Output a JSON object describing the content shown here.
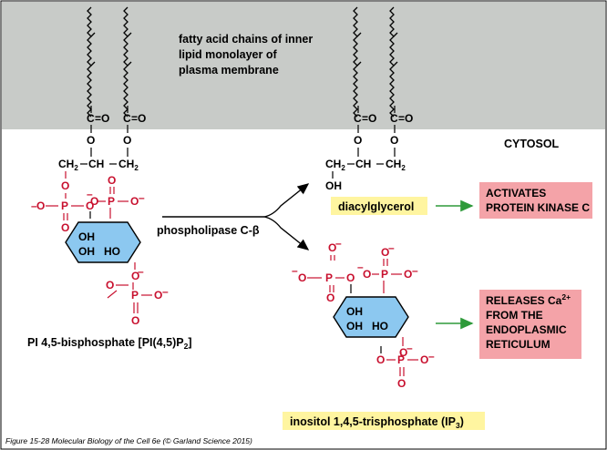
{
  "membrane_label": [
    "fatty acid chains of inner",
    "lipid monolayer of",
    "plasma membrane"
  ],
  "cytosol_label": "CYTOSOL",
  "enzyme_label": "phospholipase C-β",
  "pip2_label": {
    "main": "PI 4,5-bisphosphate [PI(4,5)P",
    "sub": "2",
    "end": "]"
  },
  "dag_label": "diacylglycerol",
  "ip3_label": {
    "main": "inositol 1,4,5-trisphosphate (IP",
    "sub": "3",
    "end": ")"
  },
  "activates_box": [
    "ACTIVATES",
    "PROTEIN KINASE C"
  ],
  "releases_box": {
    "line1": "RELEASES Ca",
    "sup": "2+",
    "line2": "FROM THE",
    "line3": "ENDOPLASMIC",
    "line4": "RETICULUM"
  },
  "figure_caption": "Figure 15-28  Molecular Biology of the Cell 6e (© Garland Science 2015)",
  "atoms": {
    "c": "C",
    "o": "O",
    "p": "P",
    "oh": "OH",
    "ho": "HO",
    "ch": "CH",
    "ch2": "CH",
    "two": "2",
    "minus": "–",
    "eq_o": "=O",
    "oh_dag": "OH",
    "dash": "–"
  },
  "colors": {
    "membrane": "#c8cbc8",
    "phosphate": "#c8102e",
    "ring": "#8cc8f0",
    "highlight": "#fff5a0",
    "box": "#f4a3a8",
    "arrow_green": "#2e9a3a"
  }
}
